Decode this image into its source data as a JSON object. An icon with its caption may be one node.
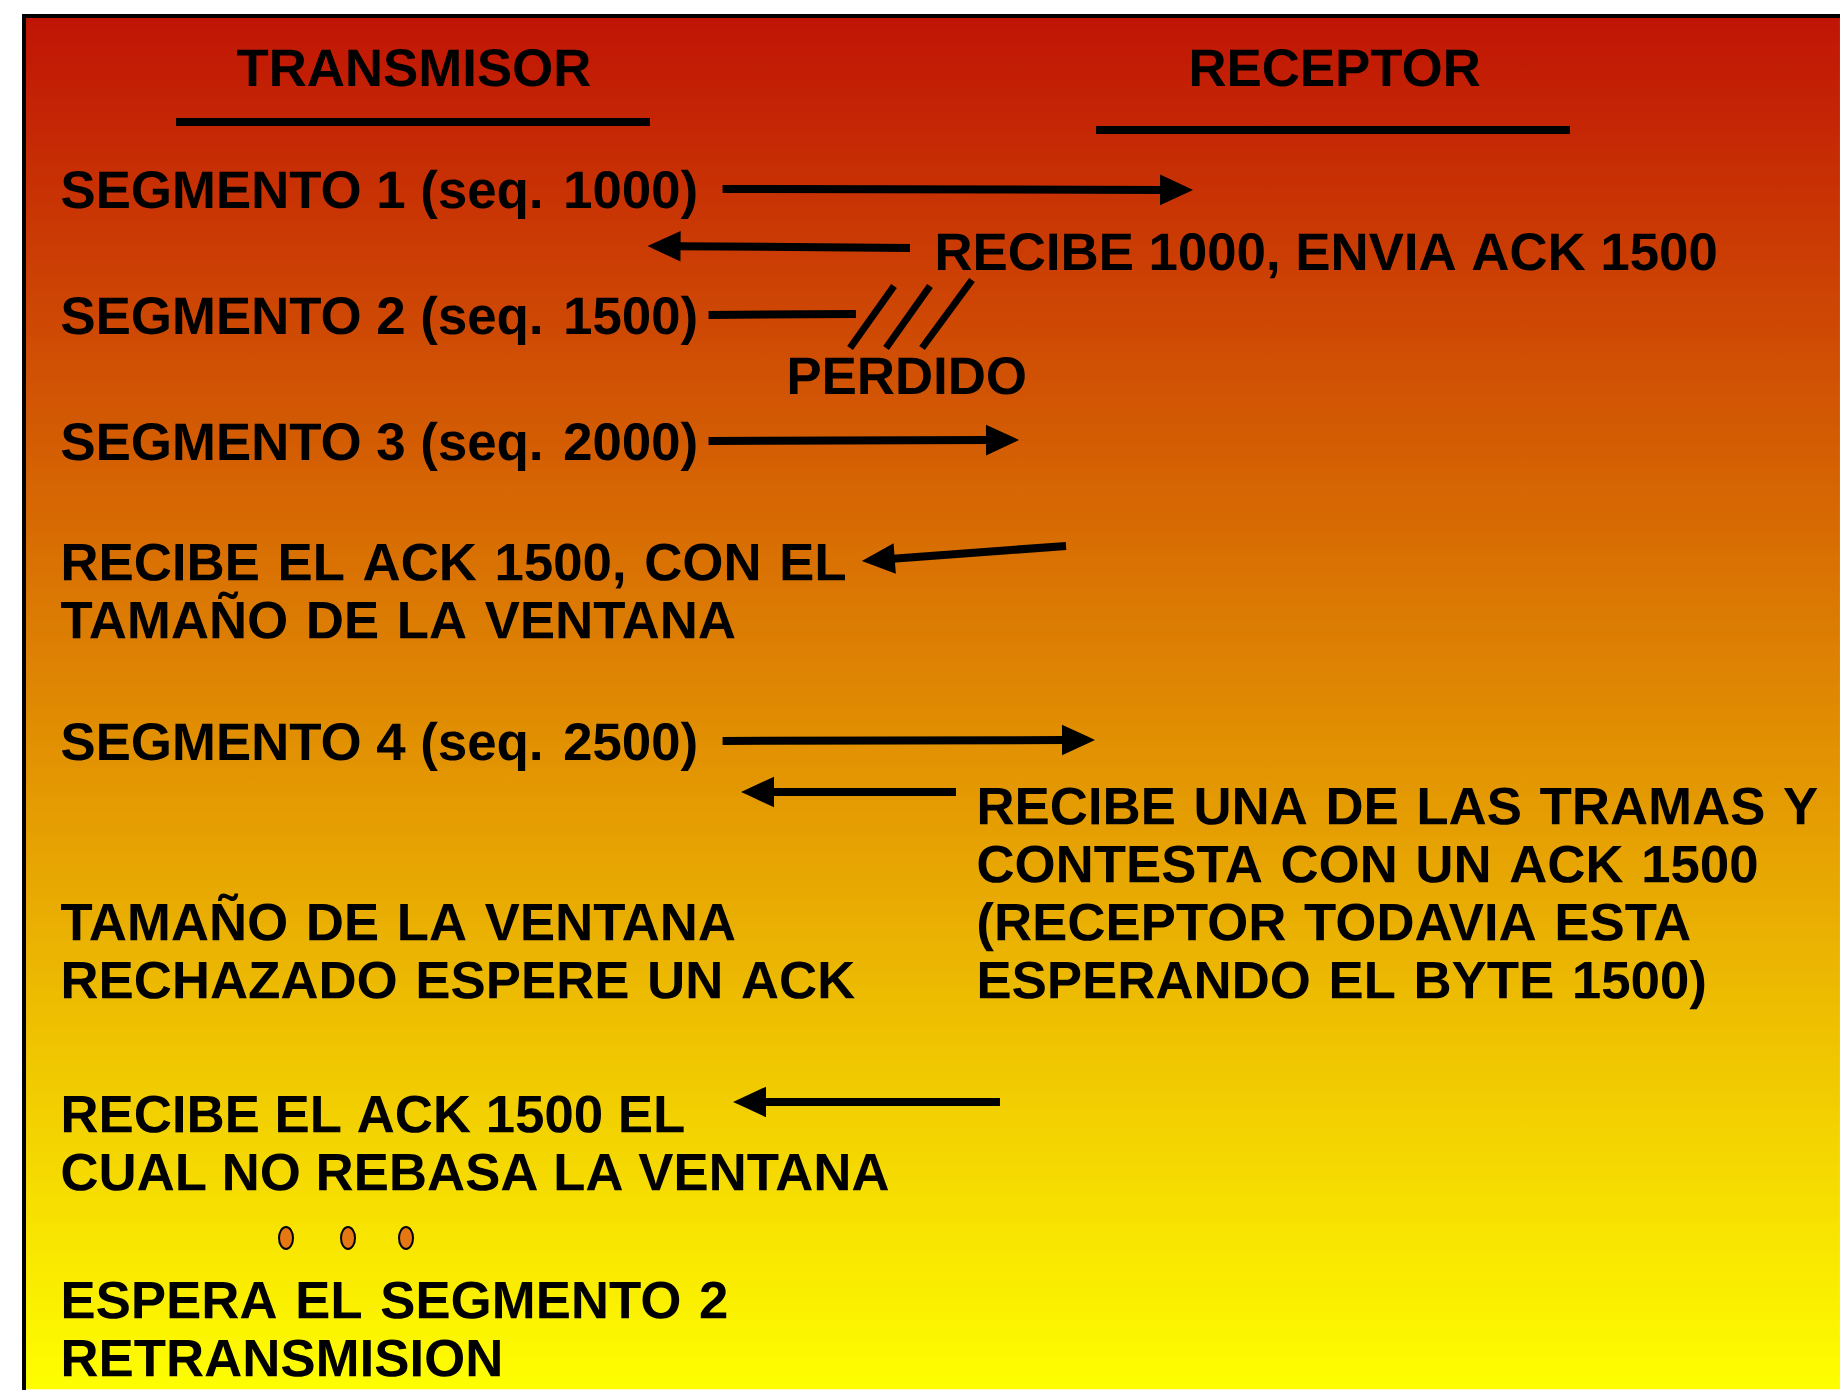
{
  "diagram": {
    "nodes": [
      {
        "text": [
          "SEGMENTO 1 (seq. 1000)"
        ]
      },
      {
        "text": [
          "RECIBE 1000, ENVIA ACK 1500"
        ]
      },
      {
        "text": [
          "SEGMENTO 2 (seq. 1500)"
        ]
      },
      {
        "text": [
          "SEGMENTO 3 (seq. 2000)"
        ]
      },
      {
        "text": [
          "RECIBE EL ACK 1500, CON EL TAMAÑO DE LA VENTANA"
        ]
      },
      {
        "text": [
          "SEGMENTO 4 (seq. 2500)"
        ]
      },
      {
        "text": [
          "RECIBE UNA DE LAS TRAMAS Y CONTESTA CON UN ACK 1500 (RECEPTOR TODAVIA ESTA ESPERANDO EL BYTE 1500)"
        ]
      },
      {
        "text": [
          "RECIBE EL ACK 1500 EL CUAL NO REBASA LA VENTANA"
        ]
      }
    ],
    "edges": [
      {
        "from": 0,
        "to": 1,
        "arrow": "to"
      },
      {
        "from": 1,
        "to": 0,
        "arrow": "to"
      },
      {
        "from": 2,
        "to": 1,
        "arrow": "none"
      },
      {
        "from": 3,
        "to": null,
        "arrow": "to"
      },
      {
        "from": null,
        "to": 4,
        "arrow": "to"
      },
      {
        "from": 5,
        "to": 6,
        "arrow": "to"
      },
      {
        "from": 6,
        "to": null,
        "arrow": "to"
      },
      {
        "from": null,
        "to": 7,
        "arrow": "to"
      }
    ],
    "labels": [
      "TRANSMISOR",
      "RECEPTOR",
      "PERDIDO",
      "TAMAÑO DE LA VENTANA RECHAZADO ESPERE UN ACK",
      "ESPERA EL SEGMENTO 2 RETRANSMISION"
    ]
  }
}
